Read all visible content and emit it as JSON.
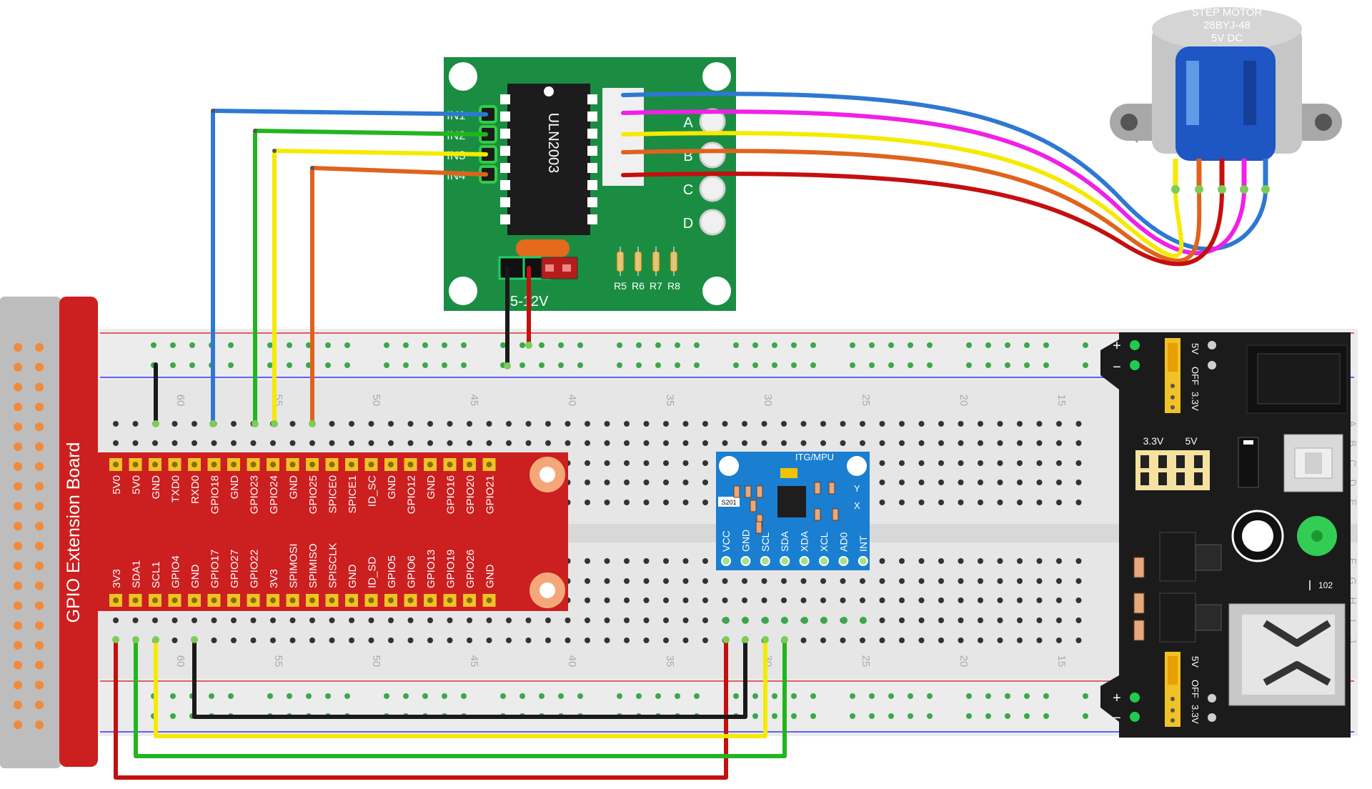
{
  "gpio_board": {
    "title": "GPIO Extension Board",
    "top_pins": [
      "5V0",
      "5V0",
      "GND",
      "TXD0",
      "RXD0",
      "GPIO18",
      "GND",
      "GPIO23",
      "GPIO24",
      "GND",
      "GPIO25",
      "SPICE0",
      "SPICE1",
      "ID_SC",
      "GND",
      "GPIO12",
      "GND",
      "GPIO16",
      "GPIO20",
      "GPIO21"
    ],
    "bottom_pins": [
      "3V3",
      "SDA1",
      "SCL1",
      "GPIO4",
      "GND",
      "GPIO17",
      "GPIO27",
      "GPIO22",
      "3V3",
      "SPIMOSI",
      "SPIMISO",
      "SPISCLK",
      "GND",
      "ID_SD",
      "GPIO5",
      "GPIO6",
      "GPIO13",
      "GPIO19",
      "GPIO26",
      "GND"
    ]
  },
  "driver_board": {
    "chip": "ULN2003",
    "inputs": [
      "IN1",
      "IN2",
      "IN3",
      "IN4"
    ],
    "leds": [
      "A",
      "B",
      "C",
      "D"
    ],
    "resistors": [
      "R5",
      "R6",
      "R7",
      "R8"
    ],
    "power_label": "5-12V"
  },
  "motor": {
    "line1": "STEP  MOTOR",
    "line2": "28BYJ-48",
    "line3": "5V   DC"
  },
  "mpu": {
    "title": "ITG/MPU",
    "pins": [
      "VCC",
      "GND",
      "SCL",
      "SDA",
      "XDA",
      "XCL",
      "AD0",
      "INT"
    ],
    "chip_label": "S201",
    "axis_y": "Y",
    "axis_x": "X"
  },
  "power_module": {
    "label_3v3": "3.3V",
    "label_5v": "5V",
    "jumper_top": [
      "5V",
      "OFF",
      "3.3V"
    ],
    "jumper_bottom": [
      "5V",
      "OFF",
      "3.3V"
    ],
    "plus": "+",
    "minus": "−",
    "code": "102"
  },
  "breadboard": {
    "column_numbers": [
      "60",
      "55",
      "50",
      "45",
      "40",
      "35",
      "30",
      "25",
      "20",
      "15"
    ],
    "row_letters_top": [
      "A",
      "B",
      "C",
      "D",
      "E"
    ],
    "row_letters_bottom": [
      "F",
      "G",
      "H",
      "I",
      "J"
    ]
  },
  "wire_colors": {
    "blue": "#2e78d2",
    "green": "#22b51e",
    "yellow": "#f5ea00",
    "orange": "#e0631c",
    "pink": "#f020e6",
    "red": "#c40f0f",
    "black": "#1a1a1a"
  }
}
